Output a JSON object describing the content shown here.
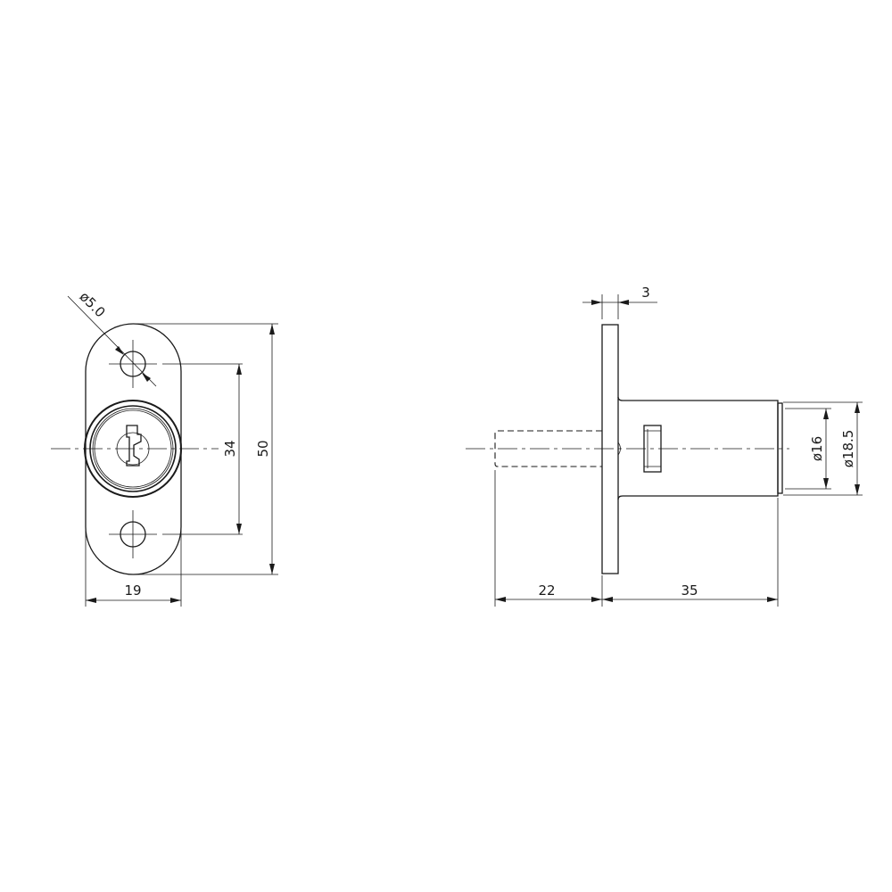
{
  "drawing": {
    "front_view": {
      "hole_diameter_label": "ø5.0",
      "hole_spacing_label": "34",
      "height_label": "50",
      "width_label": "19"
    },
    "side_view": {
      "flange_thickness_label": "3",
      "shaft_length_label": "22",
      "body_length_label": "35",
      "inner_diameter_label": "ø16",
      "outer_diameter_label": "ø18.5"
    },
    "line_color": "#1a1a1a"
  }
}
